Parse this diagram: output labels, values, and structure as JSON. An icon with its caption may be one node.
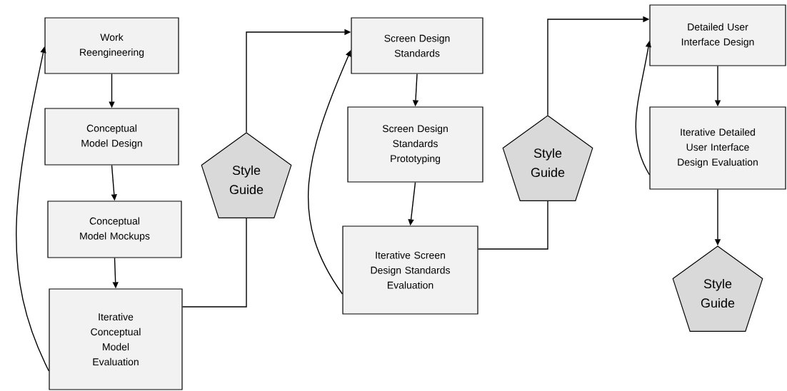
{
  "diagram": {
    "nodes": [
      {
        "text": [
          "Work Reengineering"
        ]
      },
      {
        "text": [
          "Conceptual Model Design"
        ]
      },
      {
        "text": [
          "Conceptual Model Mockups"
        ]
      },
      {
        "text": [
          "Iterative Conceptual Model Evaluation"
        ]
      },
      {
        "text": [
          "Style Guide"
        ]
      },
      {
        "text": [
          "Screen Design Standards"
        ]
      },
      {
        "text": [
          "Screen Design Standards Prototyping"
        ]
      },
      {
        "text": [
          "Iterative Screen Design Standards Evaluation"
        ]
      },
      {
        "text": [
          "Style Guide"
        ]
      },
      {
        "text": [
          "Detailed User Interface Design"
        ]
      },
      {
        "text": [
          "Iterative Detailed User Interface Design Evaluation"
        ]
      },
      {
        "text": [
          "Style Guide"
        ]
      }
    ],
    "edges": [
      {
        "from": 0,
        "to": 1,
        "arrow": "to"
      },
      {
        "from": 1,
        "to": 2,
        "arrow": "to"
      },
      {
        "from": 2,
        "to": 3,
        "arrow": "to"
      },
      {
        "from": 3,
        "to": 0,
        "arrow": "to"
      },
      {
        "from": 3,
        "to": 4,
        "arrow": "none"
      },
      {
        "from": 4,
        "to": 5,
        "arrow": "to"
      },
      {
        "from": 5,
        "to": 6,
        "arrow": "to"
      },
      {
        "from": 6,
        "to": 7,
        "arrow": "to"
      },
      {
        "from": 7,
        "to": 5,
        "arrow": "to"
      },
      {
        "from": 7,
        "to": 8,
        "arrow": "none"
      },
      {
        "from": 8,
        "to": 9,
        "arrow": "to"
      },
      {
        "from": 9,
        "to": 10,
        "arrow": "to"
      },
      {
        "from": 10,
        "to": 9,
        "arrow": "to"
      },
      {
        "from": 10,
        "to": 11,
        "arrow": "to"
      }
    ]
  }
}
